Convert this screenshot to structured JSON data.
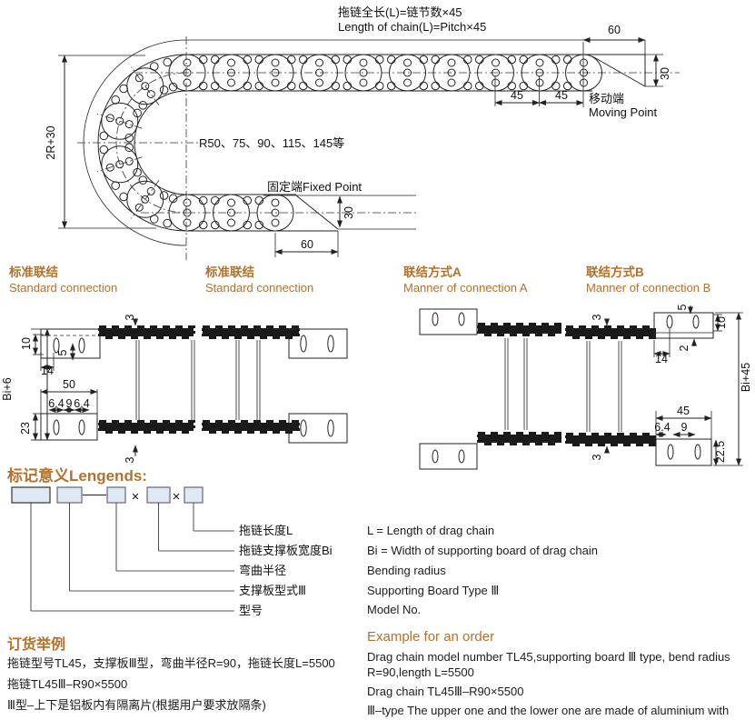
{
  "drawing": {
    "formula_zh": "拖链全长(L)=链节数×45",
    "formula_en": "Length of chain(L)=Pitch×45",
    "dim_top_60": "60",
    "dim_right_30": "30",
    "dim_45_left": "45",
    "dim_45_right": "45",
    "moving_zh": "移动端",
    "moving_en": "Moving Point",
    "dim_2r30": "2R+30",
    "radius_note": "R50、75、90、115、145等",
    "fixed_label": "固定端Fixed Point",
    "dim_fixed_30": "30",
    "dim_fixed_60": "60"
  },
  "connections": {
    "headers": [
      {
        "zh": "标准联结",
        "en": "Standard connection"
      },
      {
        "zh": "标准联结",
        "en": "Standard connection"
      },
      {
        "zh": "联结方式A",
        "en": "Manner of connection A"
      },
      {
        "zh": "联结方式B",
        "en": "Manner of connection B"
      }
    ],
    "d1": {
      "gap_top": "3",
      "h10": "10",
      "h5": "5",
      "w14": "14",
      "bi6": "Bi+6",
      "w50": "50",
      "s64a": "6.4",
      "s9": "9",
      "s64b": "6.4",
      "h23": "23",
      "gap_bottom": "3"
    },
    "d4": {
      "h5": "5",
      "gap_top": "3",
      "h10": "10",
      "gap2": "2",
      "w14": "14",
      "bi45": "Bi+45",
      "w45": "45",
      "s64": "6.4",
      "s9": "9",
      "h225": "22.5",
      "gap_bottom": "3"
    }
  },
  "legends": {
    "title": "标记意义Lengends:",
    "times1": "×",
    "times2": "×",
    "items": [
      {
        "label": "拖链长度L",
        "desc": "L = Length of drag chain"
      },
      {
        "label": "拖链支撑板宽度Bi",
        "desc": "Bi = Width of supporting board of drag chain"
      },
      {
        "label": "弯曲半径",
        "desc": "Bending radius"
      },
      {
        "label": "支撑板型式Ⅲ",
        "desc": "Supporting Board Type Ⅲ"
      },
      {
        "label": "型号",
        "desc": "Model No."
      }
    ]
  },
  "order": {
    "title_zh": "订货举例",
    "title_en": "Example for an order",
    "zh1": "拖链型号TL45，支撑板Ⅲ型，弯曲半径R=90，拖链长度L=5500",
    "zh2": "拖链TL45Ⅲ–R90×5500",
    "zh3": "Ⅲ型–上下是铝板内有隔离片(根据用户要求放隔条)",
    "en1": "Drag chain model number TL45,supporting board Ⅲ type, bend radius R=90,length L=5500",
    "en2": "Drag chain TL45Ⅲ–R90×5500",
    "en3": "Ⅲ–type The upper one and the lower one are made of aluminium with spacer inside"
  },
  "colors": {
    "accent": "#b5712a",
    "line": "#222222",
    "box_fill": "#dfe9f4"
  }
}
